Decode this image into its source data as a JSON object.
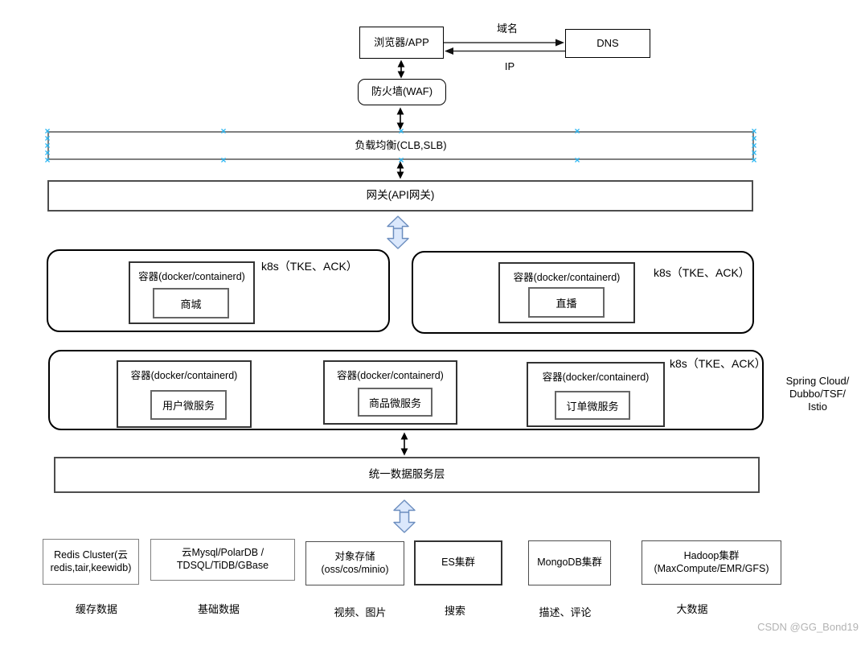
{
  "edge_labels": {
    "domain": "域名",
    "ip": "IP"
  },
  "nodes": {
    "browser": "浏览器/APP",
    "dns": "DNS",
    "waf": "防火墙(WAF)",
    "load_balancer": "负载均衡(CLB,SLB)",
    "gateway": "网关(API网关)",
    "data_service_layer": "统一数据服务层"
  },
  "k8s_clusters": [
    {
      "platform_label": "k8s（TKE、ACK）",
      "containers": [
        {
          "runtime": "容器(docker/containerd)",
          "service": "商城"
        }
      ]
    },
    {
      "platform_label": "k8s（TKE、ACK）",
      "containers": [
        {
          "runtime": "容器(docker/containerd)",
          "service": "直播"
        }
      ]
    },
    {
      "platform_label": "k8s（TKE、ACK）",
      "side_note": "Spring Cloud/\nDubbo/TSF/\nIstio",
      "containers": [
        {
          "runtime": "容器(docker/containerd)",
          "service": "用户微服务"
        },
        {
          "runtime": "容器(docker/containerd)",
          "service": "商品微服务"
        },
        {
          "runtime": "容器(docker/containerd)",
          "service": "订单微服务"
        }
      ]
    }
  ],
  "storage_nodes": [
    {
      "name": "Redis Cluster(云\nredis,tair,keewidb)",
      "category": "缓存数据"
    },
    {
      "name": "云Mysql/PolarDB /\nTDSQL/TiDB/GBase",
      "category": "基础数据"
    },
    {
      "name": "对象存储\n(oss/cos/minio)",
      "category": "视频、图片"
    },
    {
      "name": "ES集群",
      "category": "搜索"
    },
    {
      "name": "MongoDB集群",
      "category": "描述、评论"
    },
    {
      "name": "Hadoop集群\n(MaxCompute/EMR/GFS)",
      "category": "大数据"
    }
  ],
  "watermark": "CSDN @GG_Bond19",
  "colors": {
    "connection_point": "#29b6f2",
    "blue_arrow_fill": "#dbe8fc",
    "blue_arrow_stroke": "#6c8ebf"
  }
}
